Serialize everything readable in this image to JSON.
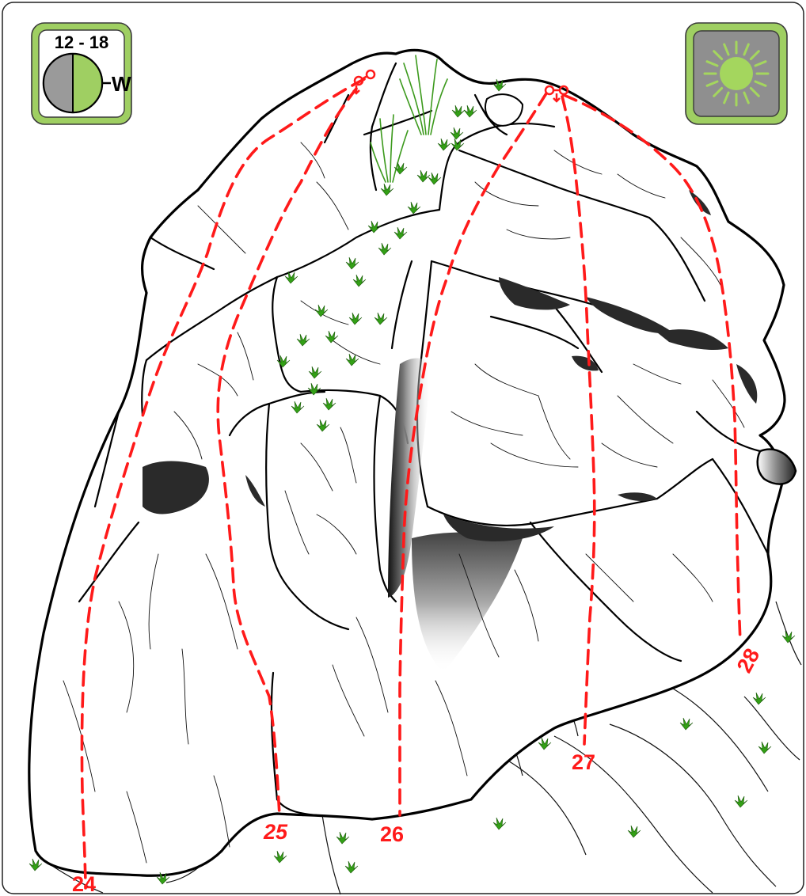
{
  "colors": {
    "route": "#ff1a1a",
    "badge_green": "#9fcf62",
    "clock_shade": "#9a9a9a",
    "sun": "#a4d65e",
    "sun_panel": "#8f8f8f",
    "vegetation": "#33a016"
  },
  "sun_hours_badge": {
    "hours": "12 - 18",
    "orientation": "W",
    "icon": "clock-half-icon"
  },
  "sun_exposure_badge": {
    "icon": "sun-icon"
  },
  "routes": [
    {
      "number": "24",
      "anchor": "lower-off-top-left"
    },
    {
      "number": "25",
      "anchor": "lower-off-top-left"
    },
    {
      "number": "26",
      "anchor": "lower-off-top-right"
    },
    {
      "number": "27",
      "anchor": "lower-off-top-right"
    },
    {
      "number": "28",
      "anchor": "lower-off-top-right"
    }
  ]
}
